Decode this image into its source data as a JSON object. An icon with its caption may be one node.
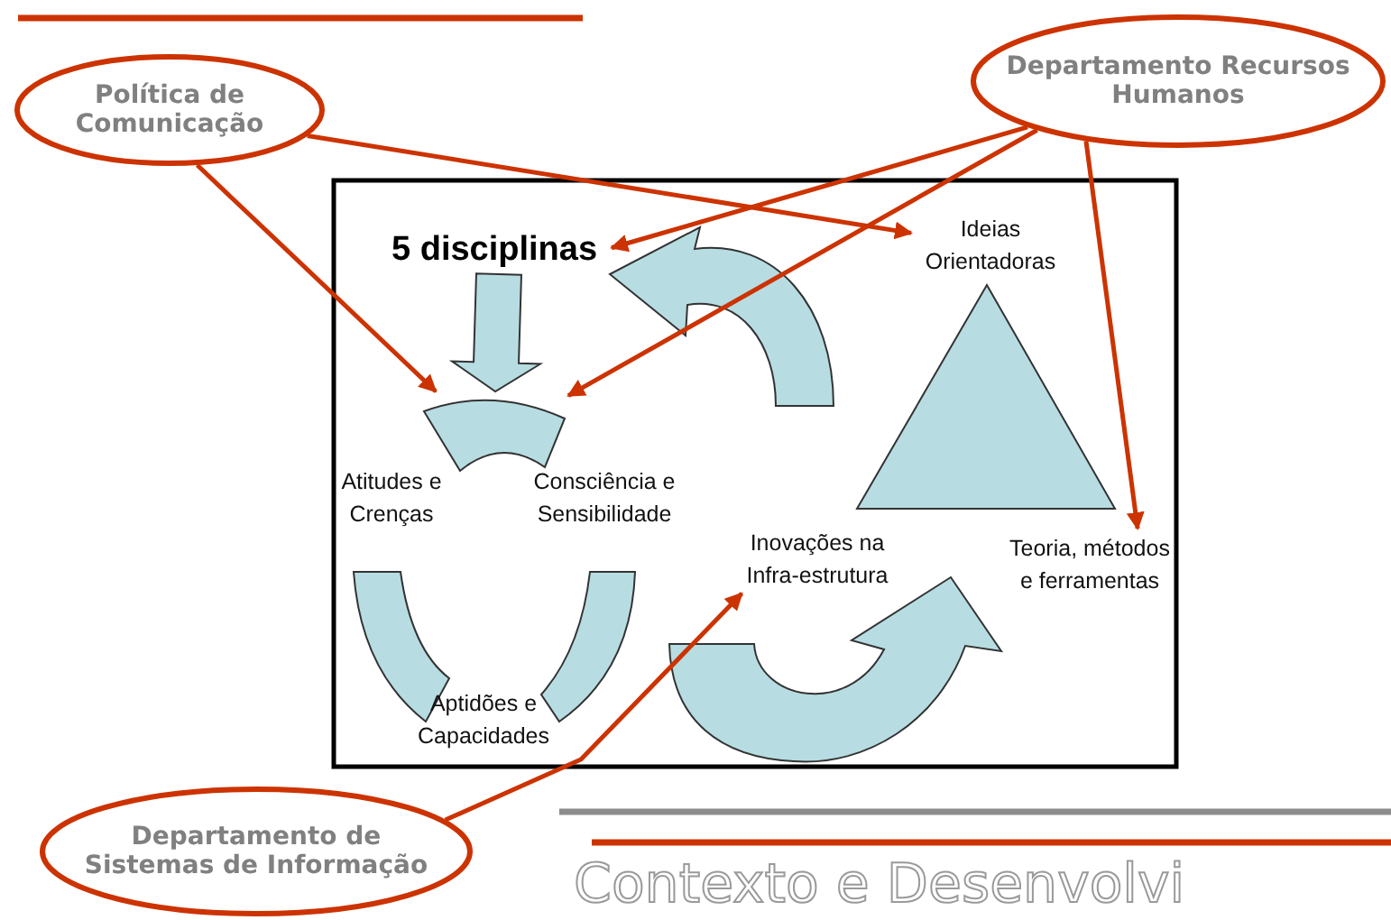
{
  "diagram": {
    "nodes": [
      {
        "text": [
          "Política de Comunicação"
        ]
      },
      {
        "text": [
          "Departamento Recursos Humanos"
        ]
      },
      {
        "text": [
          "5 disciplinas"
        ]
      },
      {
        "text": [
          "Ideias Orientadoras"
        ]
      },
      {
        "text": [],
        "shape": "arc"
      },
      {
        "text": [
          "Atitudes e Crenças"
        ]
      },
      {
        "text": [
          "Consciência e Sensibilidade"
        ]
      },
      {
        "text": [
          "Inovações na Infra-estrutura"
        ]
      },
      {
        "text": [
          "Teoria, métodos e ferramentas"
        ]
      },
      {
        "text": [
          "Aptidões e Capacidades"
        ]
      },
      {
        "text": [
          "Departamento de Sistemas de Informação"
        ]
      }
    ],
    "edges": [
      {
        "from": 0,
        "to": 3,
        "arrow": "to"
      },
      {
        "from": 0,
        "to": 4,
        "arrow": "to"
      },
      {
        "from": 1,
        "to": 2,
        "arrow": "to"
      },
      {
        "from": 1,
        "to": 4,
        "arrow": "to"
      },
      {
        "from": 1,
        "to": 8,
        "arrow": "to"
      },
      {
        "from": 10,
        "to": 7,
        "arrow": "to"
      },
      {
        "from": 2,
        "to": 4,
        "arrow": "to",
        "style": "thick",
        "color": "#b7dde2"
      }
    ],
    "labels": [
      "Contexto e Desenvolvi"
    ]
  }
}
